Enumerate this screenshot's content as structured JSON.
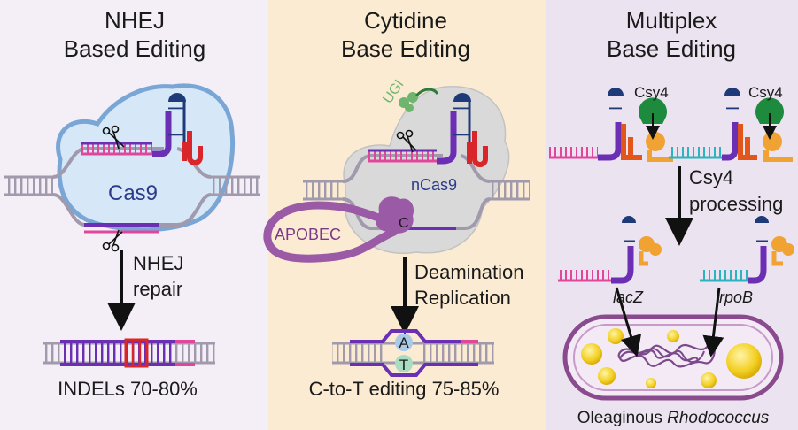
{
  "panels": [
    {
      "title_line1": "NHEJ",
      "title_line2": "Based Editing",
      "bg": "#f4eef6"
    },
    {
      "title_line1": "Cytidine",
      "title_line2": "Base Editing",
      "bg": "#fbebd2"
    },
    {
      "title_line1": "Multiplex",
      "title_line2": "Base Editing",
      "bg": "#ece3f0"
    }
  ],
  "nhej": {
    "protein_label": "Cas9",
    "arrow_label_line1": "NHEJ",
    "arrow_label_line2": "repair",
    "result_label": "INDELs 70-80%"
  },
  "cytidine": {
    "ugi_label": "UGI",
    "protein_label": "nCas9",
    "apobec_label": "APOBEC",
    "c_label": "C",
    "arrow_label_line1": "Deamination",
    "arrow_label_line2": "Replication",
    "base_top": "A",
    "base_bottom": "T",
    "result_label": "C-to-T editing 75-85%"
  },
  "multiplex": {
    "csy4_label_left": "Csy4",
    "csy4_label_right": "Csy4",
    "arrow_label_line1": "Csy4",
    "arrow_label_line2": "processing",
    "gene_left": "lacZ",
    "gene_right": "rpoB",
    "caption_plain": "Oleaginous ",
    "caption_italic": "Rhodococcus"
  },
  "colors": {
    "dna": "#a09aac",
    "purple": "#6b2fb3",
    "pink": "#e0479b",
    "red": "#d9262a",
    "orange": "#f0a233",
    "navy": "#1f3a78",
    "cyan": "#2bb3c0",
    "green": "#1d8a3e",
    "apobec": "#9a5aa5",
    "cas9_fill": "#d6e8f8",
    "cas9_edge": "#7aa6d6",
    "ncas9_fill": "#d9d9d9"
  }
}
